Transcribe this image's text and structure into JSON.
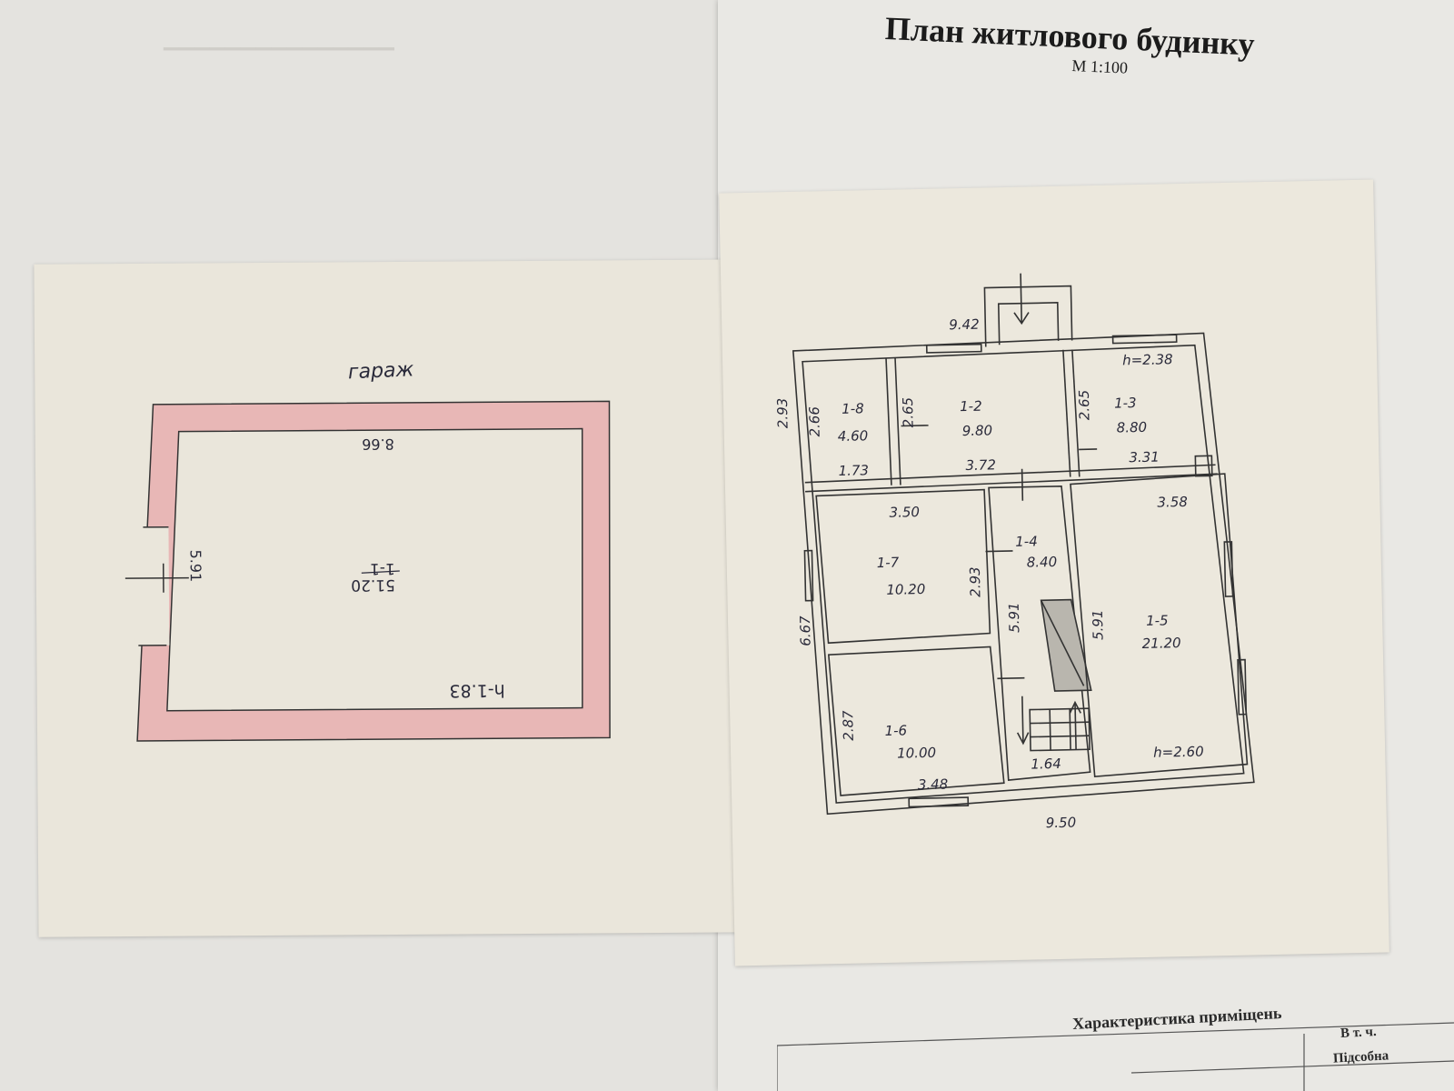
{
  "document": {
    "title": "План житлового будинку",
    "scale": "М 1:100"
  },
  "garage_plan": {
    "label": "гараж",
    "width": "8.66",
    "depth": "5.91",
    "room_id": "1-1",
    "room_area": "51.20",
    "height": "h-1.83"
  },
  "house_plan": {
    "overall_top": "9.42",
    "overall_bottom": "9.50",
    "overall_left_top": "2.93",
    "overall_left_bottom": "6.67",
    "rooms": [
      {
        "id": "1-8",
        "area": "4.60",
        "dim_a": "2.66",
        "dim_b": "1.73"
      },
      {
        "id": "1-2",
        "area": "9.80",
        "dim_a": "2.65",
        "dim_b": "3.72"
      },
      {
        "id": "1-3",
        "area": "8.80",
        "dim_a": "2.65",
        "dim_b": "3.31",
        "height": "h=2.38"
      },
      {
        "id": "1-7",
        "area": "10.20",
        "dim_a": "3.50",
        "dim_b": "2.93"
      },
      {
        "id": "1-4",
        "area": "8.40",
        "dim_a": "5.91",
        "dim_b": "1.64"
      },
      {
        "id": "1-5",
        "area": "21.20",
        "dim_a": "3.58",
        "dim_b": "5.91",
        "height": "h=2.60"
      },
      {
        "id": "1-6",
        "area": "10.00",
        "dim_a": "2.87",
        "dim_b": "3.48"
      }
    ]
  },
  "table": {
    "header": "Характеристика приміщень",
    "col_main": "В т. ч.",
    "col_sub": "Підсобна"
  }
}
